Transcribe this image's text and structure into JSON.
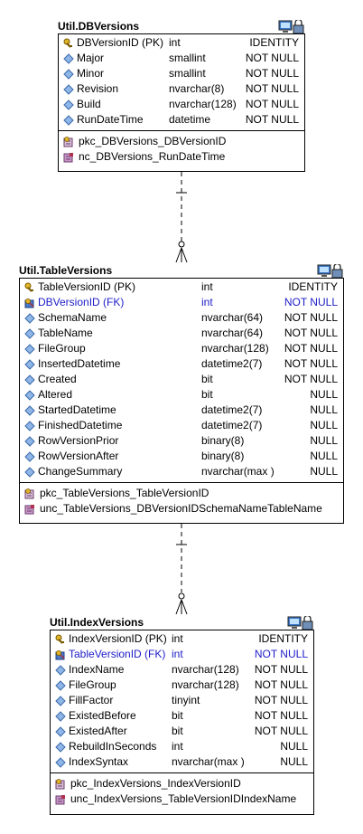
{
  "tables": [
    {
      "id": "dbversions",
      "title": "Util.DBVersions",
      "columns": [
        {
          "name": "DBVersionID (PK)",
          "type": "int",
          "nullability": "IDENTITY",
          "kind": "pk"
        },
        {
          "name": "Major",
          "type": "smallint",
          "nullability": "NOT NULL",
          "kind": "col"
        },
        {
          "name": "Minor",
          "type": "smallint",
          "nullability": "NOT NULL",
          "kind": "col"
        },
        {
          "name": "Revision",
          "type": "nvarchar(8)",
          "nullability": "NOT NULL",
          "kind": "col"
        },
        {
          "name": "Build",
          "type": "nvarchar(128)",
          "nullability": "NOT NULL",
          "kind": "col"
        },
        {
          "name": "RunDateTime",
          "type": "datetime",
          "nullability": "NOT NULL",
          "kind": "col"
        }
      ],
      "indexes": [
        {
          "name": "pkc_DBVersions_DBVersionID",
          "kind": "pk-index"
        },
        {
          "name": "nc_DBVersions_RunDateTime",
          "kind": "index"
        }
      ]
    },
    {
      "id": "tableversions",
      "title": "Util.TableVersions",
      "columns": [
        {
          "name": "TableVersionID (PK)",
          "type": "int",
          "nullability": "IDENTITY",
          "kind": "pk"
        },
        {
          "name": "DBVersionID (FK)",
          "type": "int",
          "nullability": "NOT NULL",
          "kind": "fk"
        },
        {
          "name": "SchemaName",
          "type": "nvarchar(64)",
          "nullability": "NOT NULL",
          "kind": "col"
        },
        {
          "name": "TableName",
          "type": "nvarchar(64)",
          "nullability": "NOT NULL",
          "kind": "col"
        },
        {
          "name": "FileGroup",
          "type": "nvarchar(128)",
          "nullability": "NOT NULL",
          "kind": "col"
        },
        {
          "name": "InsertedDatetime",
          "type": "datetime2(7)",
          "nullability": "NOT NULL",
          "kind": "col"
        },
        {
          "name": "Created",
          "type": "bit",
          "nullability": "NOT NULL",
          "kind": "col"
        },
        {
          "name": "Altered",
          "type": "bit",
          "nullability": "NULL",
          "kind": "col"
        },
        {
          "name": "StartedDatetime",
          "type": "datetime2(7)",
          "nullability": "NULL",
          "kind": "col"
        },
        {
          "name": "FinishedDatetime",
          "type": "datetime2(7)",
          "nullability": "NULL",
          "kind": "col"
        },
        {
          "name": "RowVersionPrior",
          "type": "binary(8)",
          "nullability": "NULL",
          "kind": "col"
        },
        {
          "name": "RowVersionAfter",
          "type": "binary(8)",
          "nullability": "NULL",
          "kind": "col"
        },
        {
          "name": "ChangeSummary",
          "type": "nvarchar(max )",
          "nullability": "NULL",
          "kind": "col"
        }
      ],
      "indexes": [
        {
          "name": "pkc_TableVersions_TableVersionID",
          "kind": "pk-index"
        },
        {
          "name": "unc_TableVersions_DBVersionIDSchemaNameTableName",
          "kind": "index"
        }
      ]
    },
    {
      "id": "indexversions",
      "title": "Util.IndexVersions",
      "columns": [
        {
          "name": "IndexVersionID (PK)",
          "type": "int",
          "nullability": "IDENTITY",
          "kind": "pk"
        },
        {
          "name": "TableVersionID (FK)",
          "type": "int",
          "nullability": "NOT NULL",
          "kind": "fk"
        },
        {
          "name": "IndexName",
          "type": "nvarchar(128)",
          "nullability": "NOT NULL",
          "kind": "col"
        },
        {
          "name": "FileGroup",
          "type": "nvarchar(128)",
          "nullability": "NOT NULL",
          "kind": "col"
        },
        {
          "name": "FillFactor",
          "type": "tinyint",
          "nullability": "NOT NULL",
          "kind": "col"
        },
        {
          "name": "ExistedBefore",
          "type": "bit",
          "nullability": "NOT NULL",
          "kind": "col"
        },
        {
          "name": "ExistedAfter",
          "type": "bit",
          "nullability": "NOT NULL",
          "kind": "col"
        },
        {
          "name": "RebuildInSeconds",
          "type": "int",
          "nullability": "NULL",
          "kind": "col"
        },
        {
          "name": "IndexSyntax",
          "type": "nvarchar(max )",
          "nullability": "NULL",
          "kind": "col"
        }
      ],
      "indexes": [
        {
          "name": "pkc_IndexVersions_IndexVersionID",
          "kind": "pk-index"
        },
        {
          "name": "unc_IndexVersions_TableVersionIDIndexName",
          "kind": "index"
        }
      ]
    }
  ],
  "colors": {
    "fk_text": "#1c1cc8",
    "column_icon": "#5b8fd6",
    "key_icon": "#c9a21a",
    "index_icon": "#8a5a8a"
  },
  "relationships": [
    {
      "from": "dbversions",
      "to": "tableversions",
      "cardinality": "one-to-zero-or-many"
    },
    {
      "from": "tableversions",
      "to": "indexversions",
      "cardinality": "one-to-zero-or-many"
    }
  ]
}
